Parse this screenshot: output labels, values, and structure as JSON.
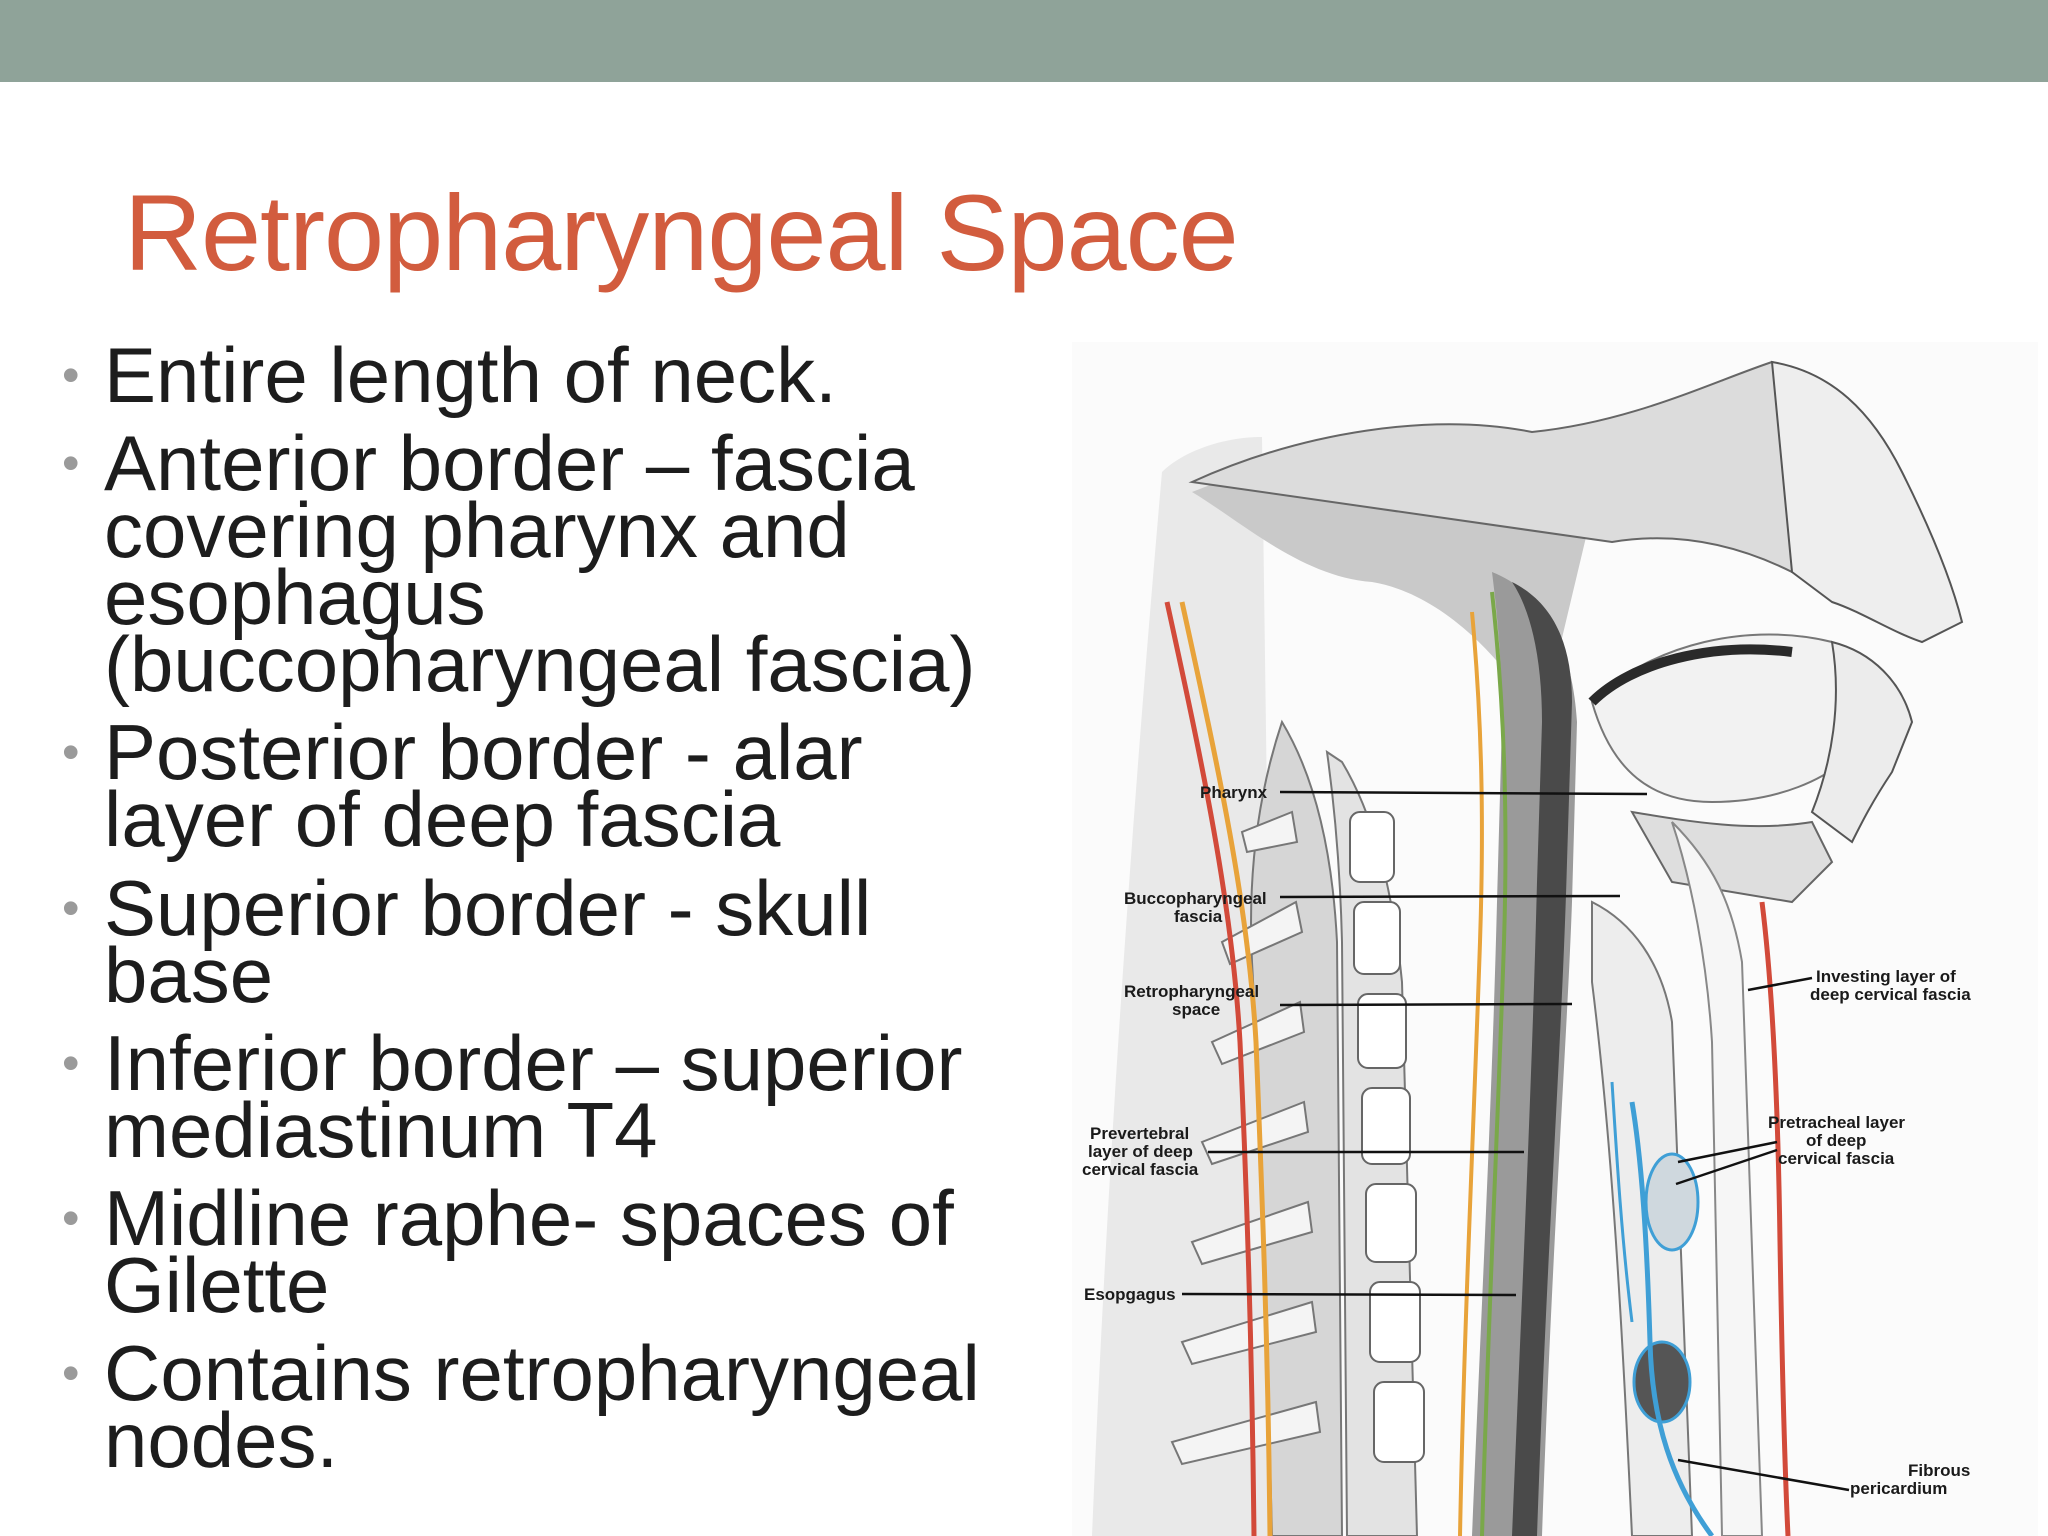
{
  "slide": {
    "title": "Retropharyngeal Space",
    "bullets": [
      "Entire length of neck.",
      "Anterior border – fascia covering pharynx and esophagus (buccopharyngeal fascia)",
      "Posterior border - alar layer of deep fascia",
      "Superior border - skull base",
      "Inferior border – superior mediastinum T4",
      "Midline raphe- spaces of Gilette",
      "Contains retropharyngeal nodes."
    ],
    "bullet_marker": "•"
  },
  "figure": {
    "labels": {
      "pharynx": "Pharynx",
      "buccopharyngeal_1": "Buccopharyngeal",
      "buccopharyngeal_2": "fascia",
      "retropharyngeal_1": "Retropharyngeal",
      "retropharyngeal_2": "space",
      "prevertebral_1": "Prevertebral",
      "prevertebral_2": "layer of deep",
      "prevertebral_3": "cervical fascia",
      "esophagus": "Esopgagus",
      "investing_1": "Investing layer of",
      "investing_2": "deep cervical fascia",
      "pretracheal_1": "Pretracheal layer",
      "pretracheal_2": "of deep",
      "pretracheal_3": "cervical fascia",
      "fibrous_1": "Fibrous",
      "fibrous_2": "pericardium"
    }
  },
  "colors": {
    "top_bar": "#8fa399",
    "title": "#d25c3e",
    "text": "#1d1d1d",
    "bullet_marker": "#9a9a9a",
    "fascia_red": "#d24a3a",
    "fascia_orange": "#e8a33a",
    "fascia_green": "#7aa84a",
    "fascia_blue": "#3f9fd6"
  }
}
